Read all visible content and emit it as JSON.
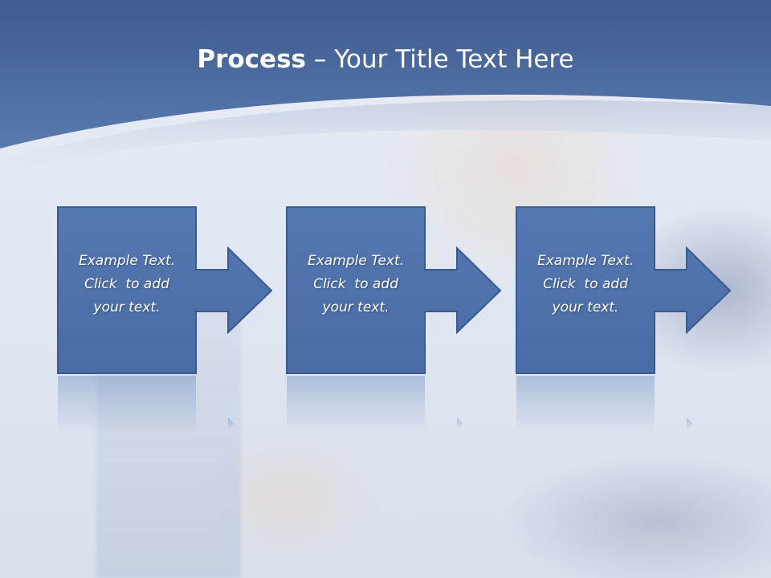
{
  "slide": {
    "title_bold": "Process",
    "title_rest": " – Your Title Text Here",
    "steps": [
      {
        "line1": "Example Text.",
        "line2": "Click  to add",
        "line3": "your text."
      },
      {
        "line1": "Example Text.",
        "line2": "Click  to add",
        "line3": "your text."
      },
      {
        "line1": "Example Text.",
        "line2": "Click  to add",
        "line3": "your text."
      }
    ]
  },
  "colors": {
    "header_dark": "#3f5d91",
    "header_light": "#5b7bb0",
    "step_fill": "#4f74ae",
    "step_stroke": "#3a5a8f"
  }
}
